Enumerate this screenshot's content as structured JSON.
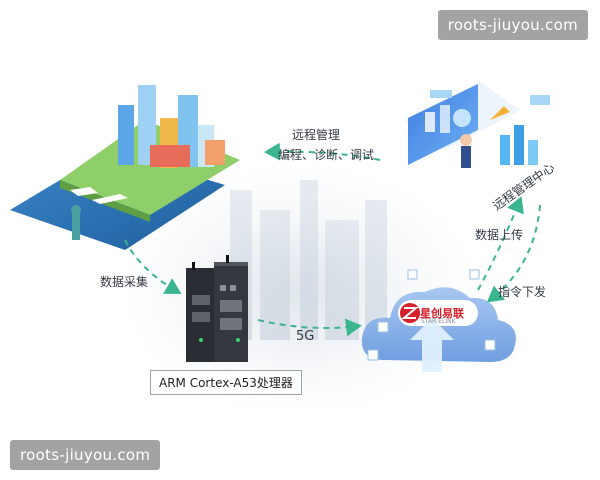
{
  "watermark_top": "roots-jiuyou.com",
  "watermark_bottom": "roots-jiuyou.com",
  "labels": {
    "remote_manage": "远程管理",
    "remote_ops": "编程、诊断、调试",
    "data_collect": "数据采集",
    "link_5g": "5G",
    "data_upload": "数据上传",
    "command_down": "指令下发",
    "remote_center": "远程管理中心",
    "device_caption": "ARM Cortex-A53处理器"
  },
  "logo": {
    "cn": "星创易联",
    "en": "STAR-ELINK"
  },
  "colors": {
    "arrow": "#3bb58f",
    "cloud": "#7aa8e6",
    "device": "#2a2d33",
    "logo_red": "#d6212a"
  },
  "icons": [
    "city-illustration",
    "router-device",
    "cloud-platform",
    "monitoring-center"
  ]
}
